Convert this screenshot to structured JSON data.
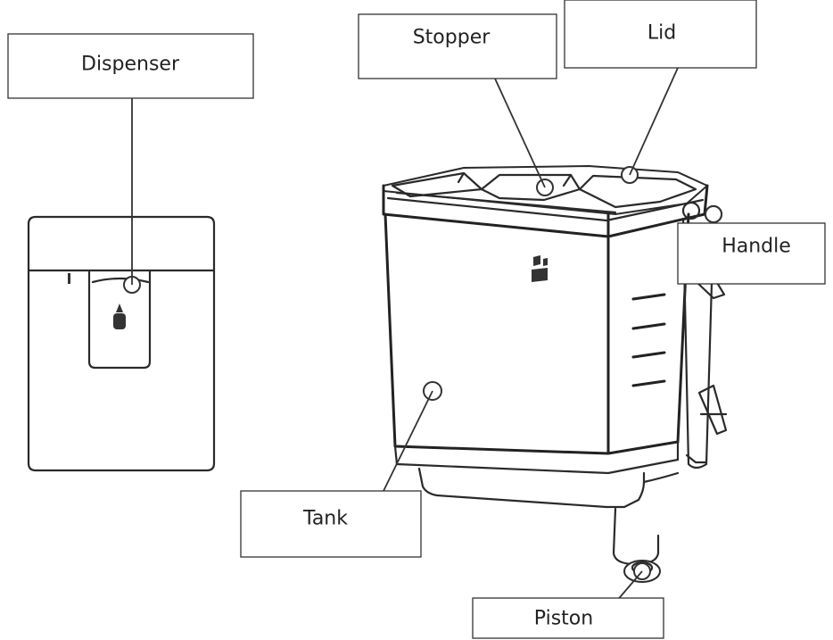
{
  "labels": {
    "dispenser": "Dispenser",
    "stopper": "Stopper",
    "lid": "Lid",
    "handle": "Handle",
    "tank": "Tank",
    "piston": "Piston"
  },
  "colors": {
    "line": "#333333",
    "background": "#ffffff"
  }
}
